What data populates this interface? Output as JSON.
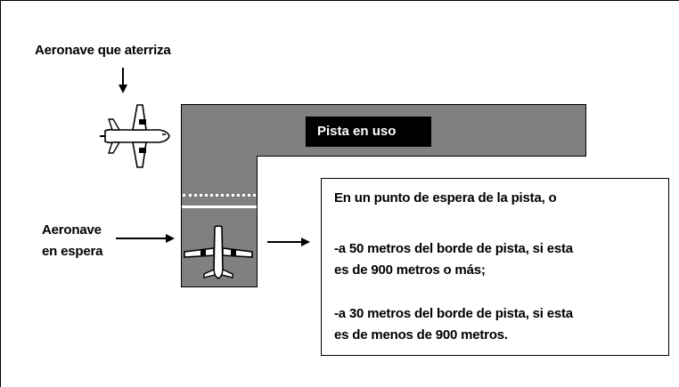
{
  "labels": {
    "landing_aircraft": "Aeronave que aterriza",
    "holding_aircraft_line1": "Aeronave",
    "holding_aircraft_line2": "en espera",
    "runway": "Pista en uso"
  },
  "info": {
    "lines": [
      "En un punto de espera de la pista, o",
      "-a 50 metros del borde de pista, si esta",
      "es de 900 metros o más;",
      "-a 30 metros del borde de pista, si esta",
      "es de menos de 900 metros."
    ]
  },
  "colors": {
    "runway": "#808080",
    "runway_label_bg": "#000000",
    "runway_label_text": "#ffffff",
    "markings": "#ffffff",
    "aircraft_fill": "#ffffff"
  },
  "icons": [
    "landing-airplane-icon",
    "holding-airplane-icon",
    "arrow-down-icon",
    "arrow-right-icon"
  ]
}
